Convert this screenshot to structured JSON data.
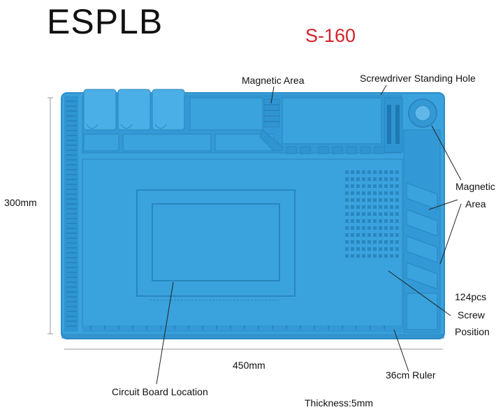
{
  "brand": "ESPLB",
  "model": "S-160",
  "labels": {
    "magnetic_area_top": "Magnetic Area",
    "screwdriver_hole": "Screwdriver Standing Hole",
    "height": "300mm",
    "magnetic_area_right_1": "Magnetic",
    "magnetic_area_right_2": "Area",
    "screw_count": "124pcs",
    "screw_1": "Screw",
    "screw_2": "Position",
    "width": "450mm",
    "ruler": "36cm Ruler",
    "circuit_board": "Circuit Board Location",
    "thickness": "Thickness:5mm"
  },
  "colors": {
    "mat": "#3aa2dc",
    "mat_dark": "#2a86bf",
    "mat_light": "#5fb8e8",
    "model_text": "#d3222a"
  }
}
